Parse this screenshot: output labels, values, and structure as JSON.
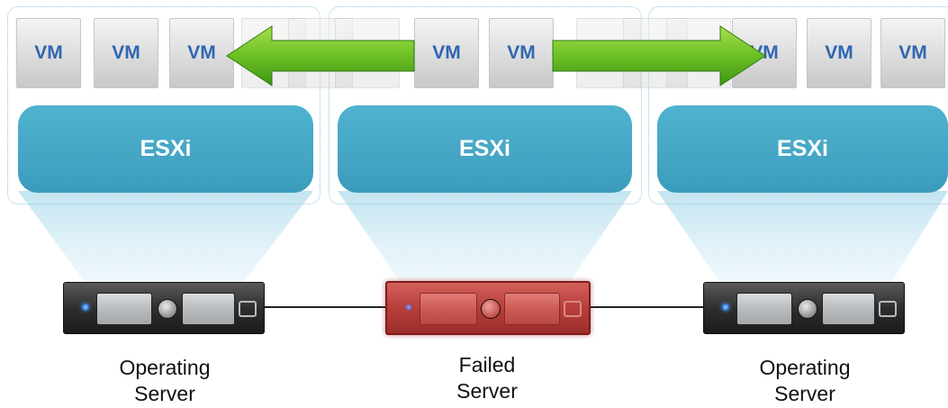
{
  "diagram": {
    "hosts": [
      {
        "id": "left",
        "hypervisor_label": "ESXi",
        "vm_labels": [
          "VM",
          "VM",
          "VM"
        ],
        "server_status": "operating",
        "server_label_line1": "Operating",
        "server_label_line2": "Server"
      },
      {
        "id": "center",
        "hypervisor_label": "ESXi",
        "vm_labels": [
          "VM",
          "VM"
        ],
        "server_status": "failed",
        "server_label_line1": "Failed",
        "server_label_line2": "Server"
      },
      {
        "id": "right",
        "hypervisor_label": "ESXi",
        "vm_labels": [
          "VM",
          "VM",
          "VM"
        ],
        "server_status": "operating",
        "server_label_line1": "Operating",
        "server_label_line2": "Server"
      }
    ],
    "arrows": [
      {
        "from": "center",
        "to": "left",
        "icon": "green-arrow-left-icon"
      },
      {
        "from": "center",
        "to": "right",
        "icon": "green-arrow-right-icon"
      }
    ],
    "colors": {
      "vm_text": "#2f66b3",
      "esxi_fill": "#45a8c6",
      "arrow_green": "#6cc024",
      "failed_server": "#b73e3a",
      "operating_server": "#2e2e2e",
      "led_blue": "#2f7bd6"
    }
  }
}
